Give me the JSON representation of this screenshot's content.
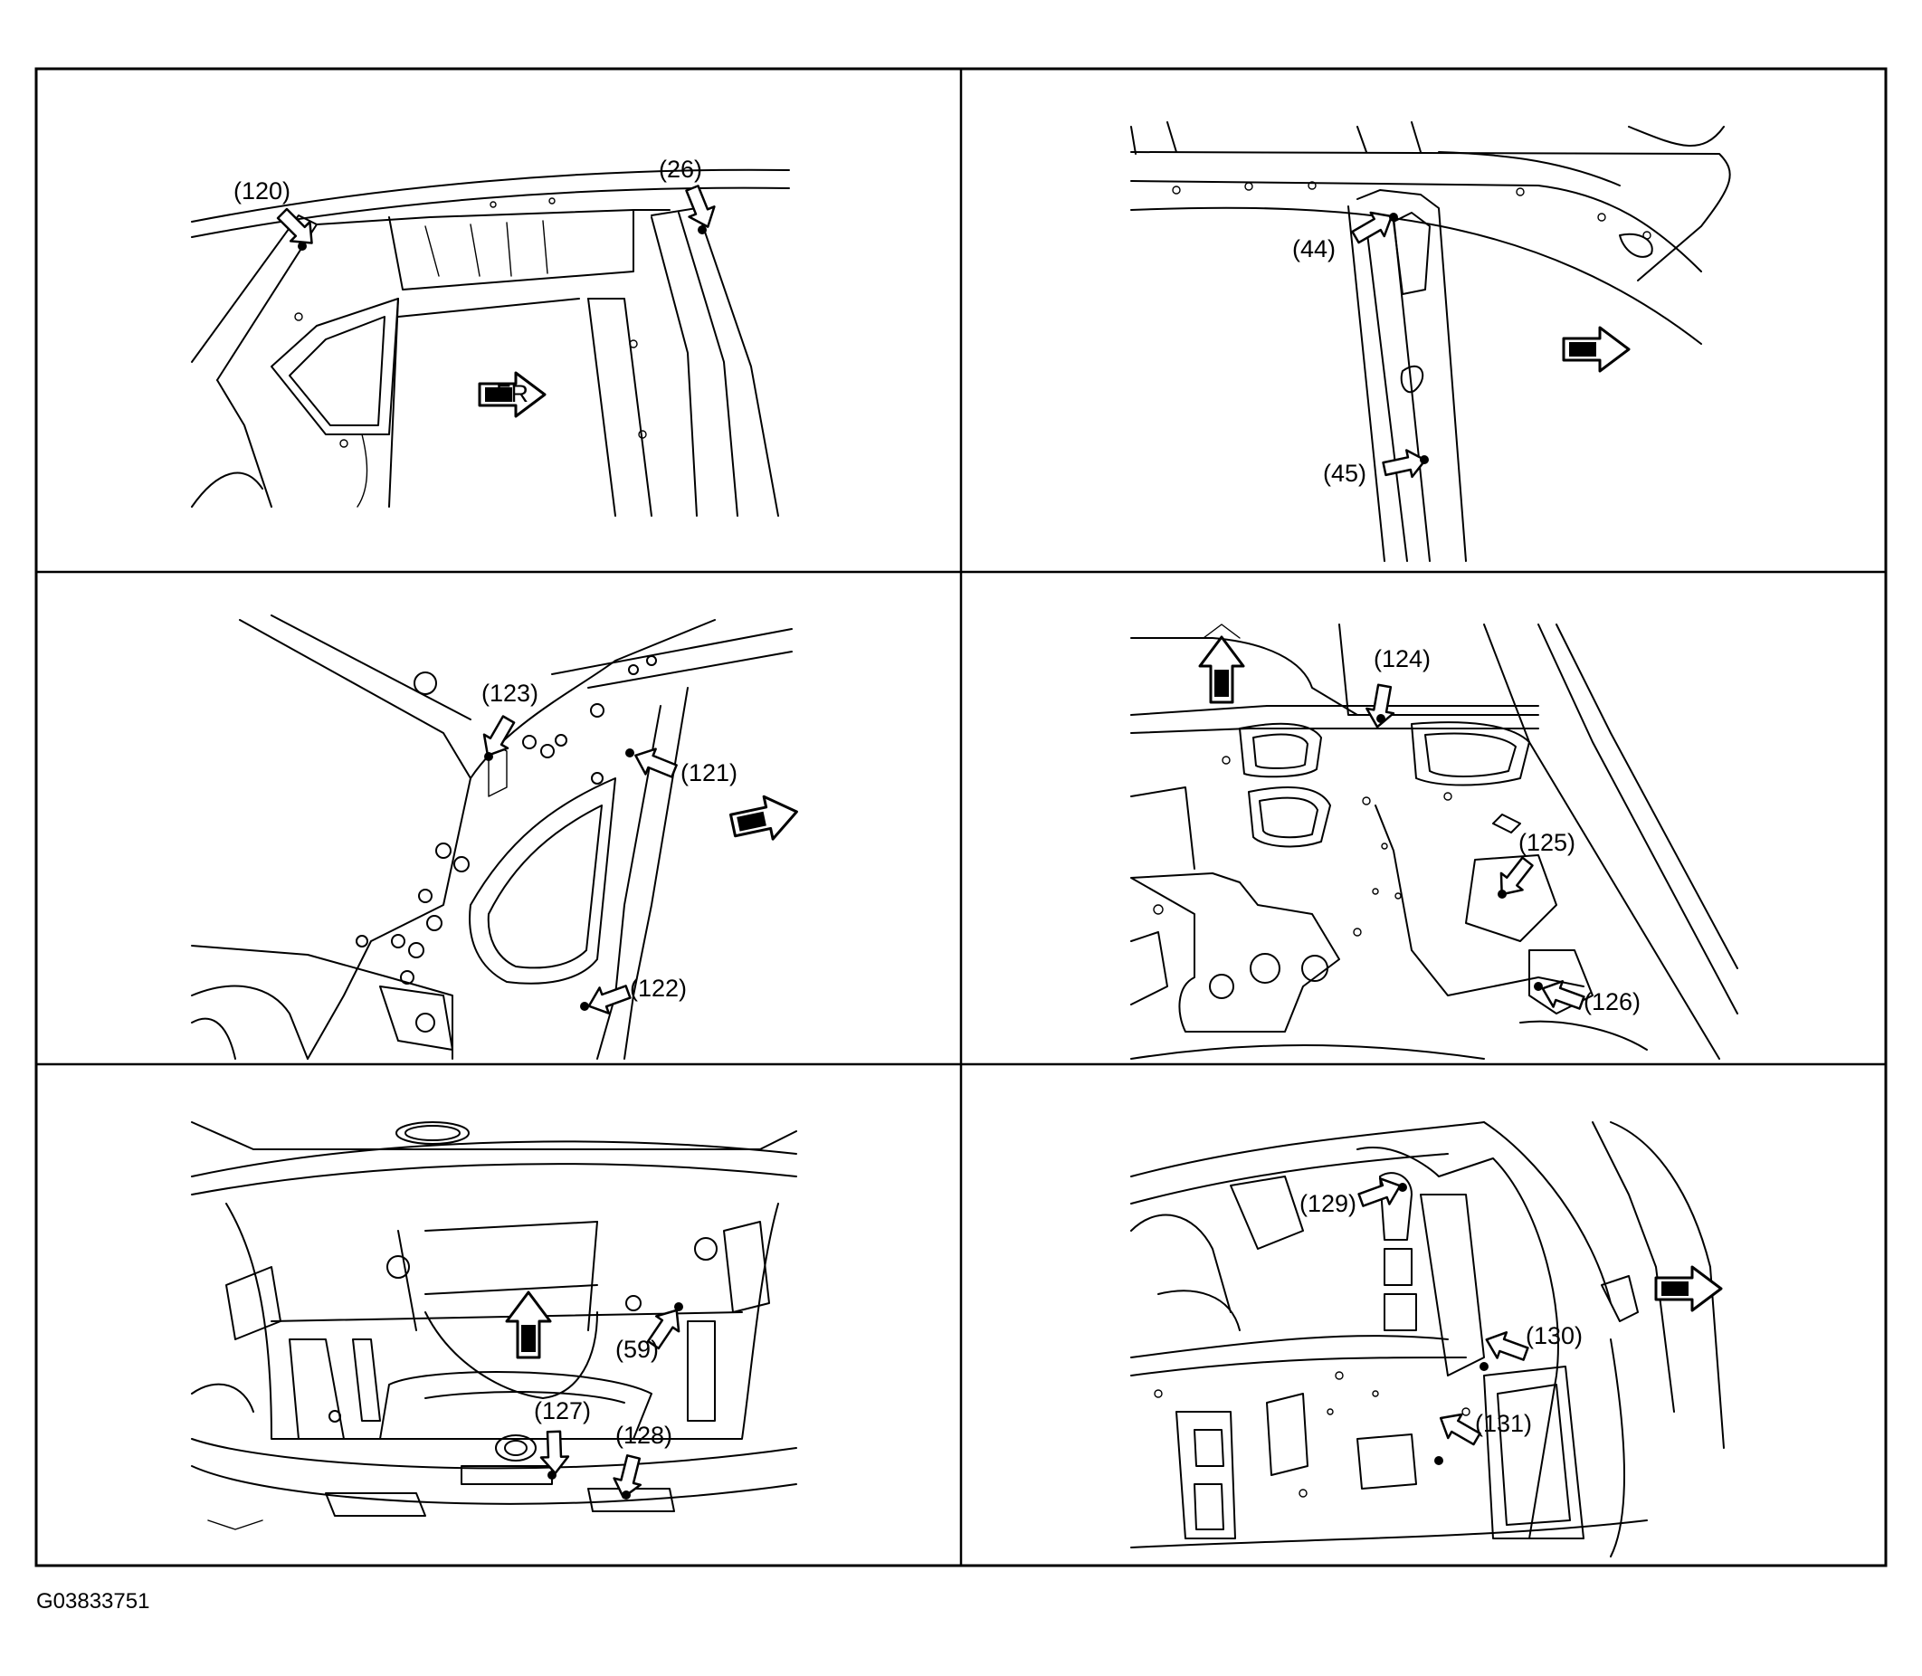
{
  "figure_code": "G03833751",
  "panels": [
    {
      "id": "top-left",
      "callouts": [
        "(120)",
        "(26)"
      ]
    },
    {
      "id": "top-right",
      "callouts": [
        "(44)",
        "(45)"
      ]
    },
    {
      "id": "middle-left",
      "callouts": [
        "(123)",
        "(121)",
        "(122)"
      ]
    },
    {
      "id": "middle-right",
      "callouts": [
        "(124)",
        "(125)",
        "(126)"
      ]
    },
    {
      "id": "bottom-left",
      "callouts": [
        "(59)",
        "(127)",
        "(128)"
      ]
    },
    {
      "id": "bottom-right",
      "callouts": [
        "(129)",
        "(130)",
        "(131)"
      ]
    }
  ],
  "direction_arrow_label": "FR"
}
